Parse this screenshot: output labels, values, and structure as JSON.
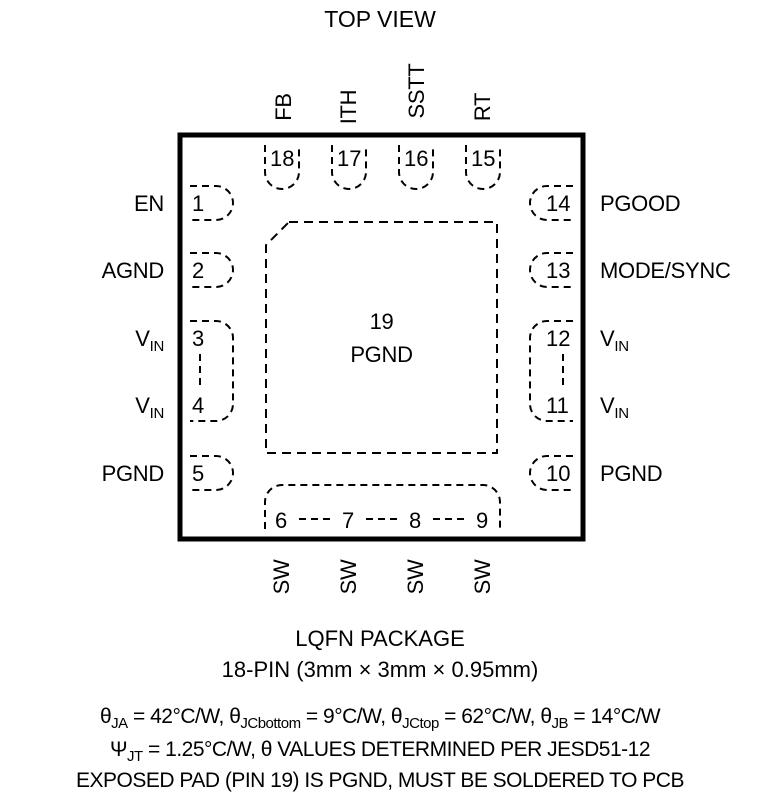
{
  "title": "TOP VIEW",
  "top_pins": [
    {
      "number": "18",
      "name": "FB"
    },
    {
      "number": "17",
      "name": "ITH"
    },
    {
      "number": "16",
      "name": "SSTT"
    },
    {
      "number": "15",
      "name": "RT"
    }
  ],
  "left_pins": [
    {
      "number": "1",
      "name": "EN"
    },
    {
      "number": "2",
      "name": "AGND"
    },
    {
      "number": "3",
      "name": "V",
      "sub": "IN"
    },
    {
      "number": "4",
      "name": "V",
      "sub": "IN"
    },
    {
      "number": "5",
      "name": "PGND"
    }
  ],
  "right_pins": [
    {
      "number": "14",
      "name": "PGOOD"
    },
    {
      "number": "13",
      "name": "MODE/SYNC"
    },
    {
      "number": "12",
      "name": "V",
      "sub": "IN"
    },
    {
      "number": "11",
      "name": "V",
      "sub": "IN"
    },
    {
      "number": "10",
      "name": "PGND"
    }
  ],
  "bottom_pins": [
    {
      "number": "6",
      "name": "SW"
    },
    {
      "number": "7",
      "name": "SW"
    },
    {
      "number": "8",
      "name": "SW"
    },
    {
      "number": "9",
      "name": "SW"
    }
  ],
  "exposed_pad": {
    "number": "19",
    "name": "PGND"
  },
  "package": {
    "line1": "LQFN PACKAGE",
    "line2": "18-PIN (3mm × 3mm × 0.95mm)"
  },
  "thermal": {
    "theta": "θ",
    "psi": "Ψ",
    "ja_sub": "JA",
    "ja_val": " = 42°C/W, ",
    "jcb_sub": "JCbottom",
    "jcb_val": " = 9°C/W, ",
    "jct_sub": "JCtop",
    "jct_val": " = 62°C/W, ",
    "jb_sub": "JB",
    "jb_val": " = 14°C/W",
    "jt_sub": "JT",
    "jt_val": " = 1.25°C/W, ",
    "theta_note": " VALUES DETERMINED PER JESD51-12",
    "exposed_note": "EXPOSED PAD (PIN 19) IS PGND, MUST BE SOLDERED TO PCB"
  }
}
